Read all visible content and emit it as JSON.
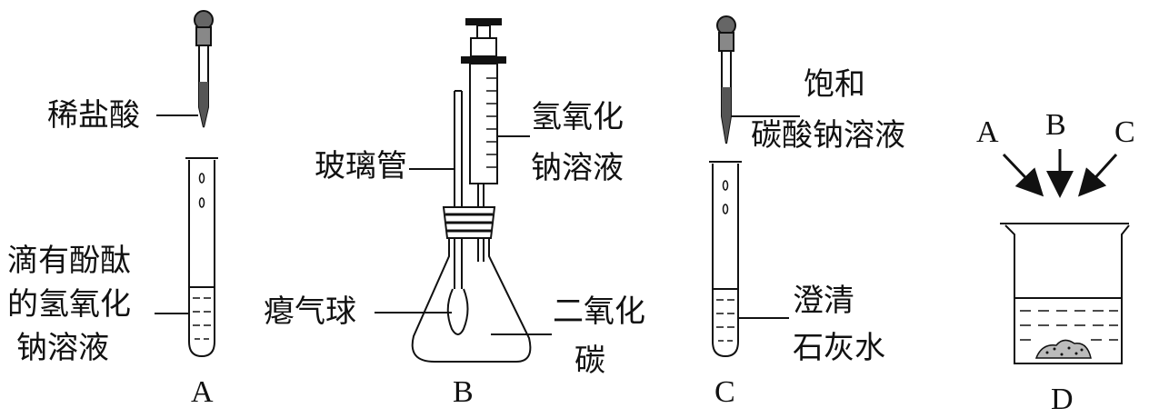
{
  "apparatus_a": {
    "reagent": "稀盐酸",
    "solution_lines": [
      "滴有酚酞",
      "的氢氧化",
      "钠溶液"
    ],
    "caption": "A"
  },
  "apparatus_b": {
    "glass_tube": "玻璃管",
    "syringe_lines": [
      "氢氧化",
      "钠溶液"
    ],
    "balloon": "瘪气球",
    "gas_lines": [
      "二氧化",
      "碳"
    ],
    "caption": "B"
  },
  "apparatus_c": {
    "reagent_lines": [
      "饱和",
      "碳酸钠溶液"
    ],
    "solution_lines": [
      "澄清",
      "石灰水"
    ],
    "caption": "C"
  },
  "apparatus_d": {
    "arrow_labels": [
      "A",
      "B",
      "C"
    ],
    "caption": "D"
  }
}
